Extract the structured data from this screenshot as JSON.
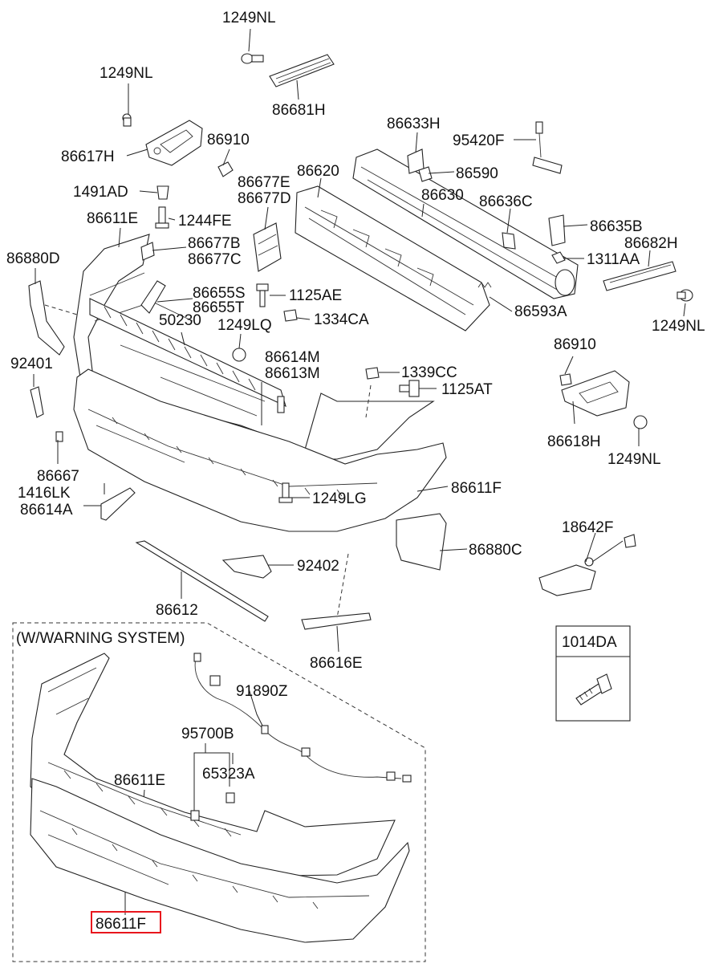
{
  "callouts": {
    "p1249NL_top": "1249NL",
    "p86681H": "86681H",
    "p1249NL_left": "1249NL",
    "p86617H": "86617H",
    "p86910_top": "86910",
    "p86633H": "86633H",
    "p95420F": "95420F",
    "p86590": "86590",
    "p86620": "86620",
    "p86630": "86630",
    "p86677E": "86677E",
    "p86677D": "86677D",
    "p1491AD": "1491AD",
    "p1244FE": "1244FE",
    "p86611E_top": "86611E",
    "p86636C": "86636C",
    "p86635B": "86635B",
    "p86682H": "86682H",
    "p86677B": "86677B",
    "p86677C": "86677C",
    "p1311AA": "1311AA",
    "p86880D": "86880D",
    "p86655S": "86655S",
    "p86655T": "86655T",
    "p1125AE": "1125AE",
    "p86593A": "86593A",
    "p50230": "50230",
    "p1249LQ": "1249LQ",
    "p1334CA": "1334CA",
    "p1249NL_right": "1249NL",
    "p92401": "92401",
    "p86614M": "86614M",
    "p86613M": "86613M",
    "p86910_right": "86910",
    "p1339CC": "1339CC",
    "p1125AT": "1125AT",
    "p86618H": "86618H",
    "p1249NL_lower": "1249NL",
    "p86667": "86667",
    "p1416LK": "1416LK",
    "p86614A": "86614A",
    "p86611F_top": "86611F",
    "p1249LG": "1249LG",
    "p18642F": "18642F",
    "p86880C": "86880C",
    "p92402": "92402",
    "p86612": "86612",
    "p86616E": "86616E",
    "p1014DA": "1014DA",
    "p91890Z": "91890Z",
    "p95700B": "95700B",
    "p65323A": "65323A",
    "p86611E_inset": "86611E",
    "p86611F_highlight": "86611F"
  },
  "inset_title": "(W/WARNING SYSTEM)",
  "highlight_color": "#e8161d"
}
